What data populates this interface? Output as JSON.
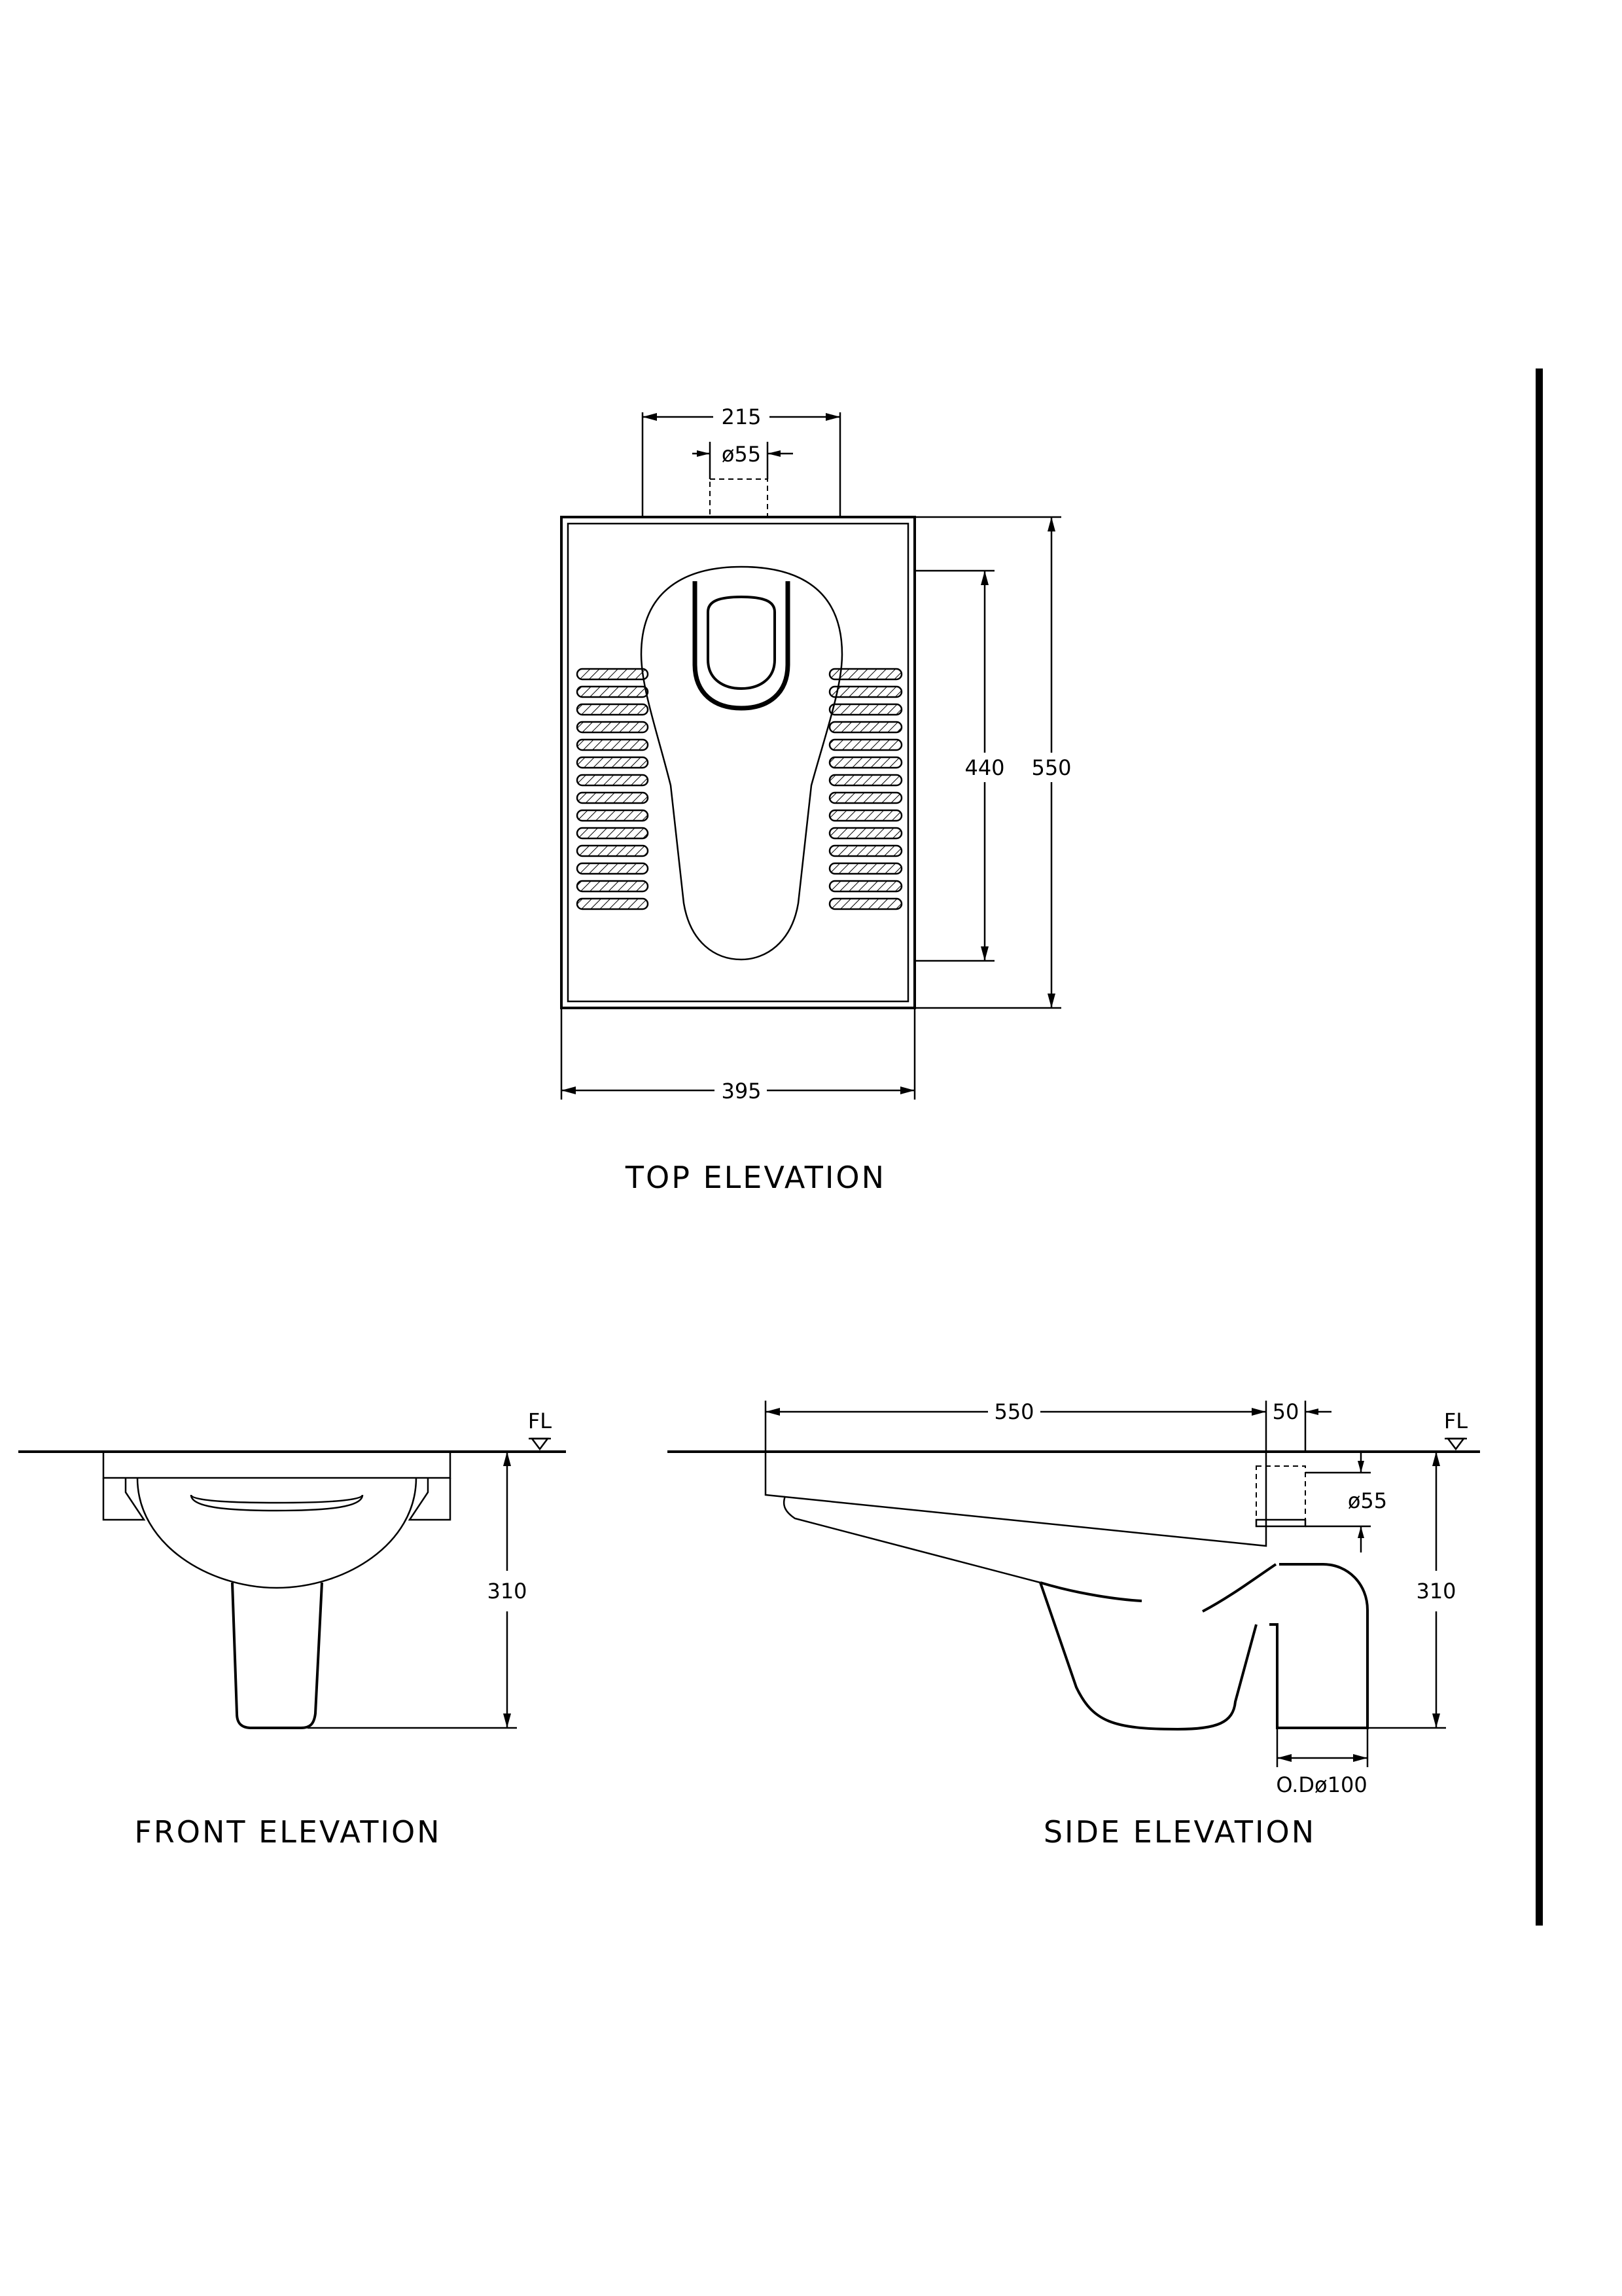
{
  "top_elevation": {
    "title": "TOP ELEVATION",
    "dim_top_width": "215",
    "dim_outlet_dia": "ø55",
    "dim_inner_length": "440",
    "dim_total_length": "550",
    "dim_width": "395"
  },
  "front_elevation": {
    "title": "FRONT ELEVATION",
    "floor_label": "FL",
    "dim_height": "310"
  },
  "side_elevation": {
    "title": "SIDE ELEVATION",
    "floor_label": "FL",
    "dim_length": "550",
    "dim_offset": "50",
    "dim_inlet_dia": "ø55",
    "dim_height": "310",
    "dim_outlet_od": "O.Dø100"
  }
}
